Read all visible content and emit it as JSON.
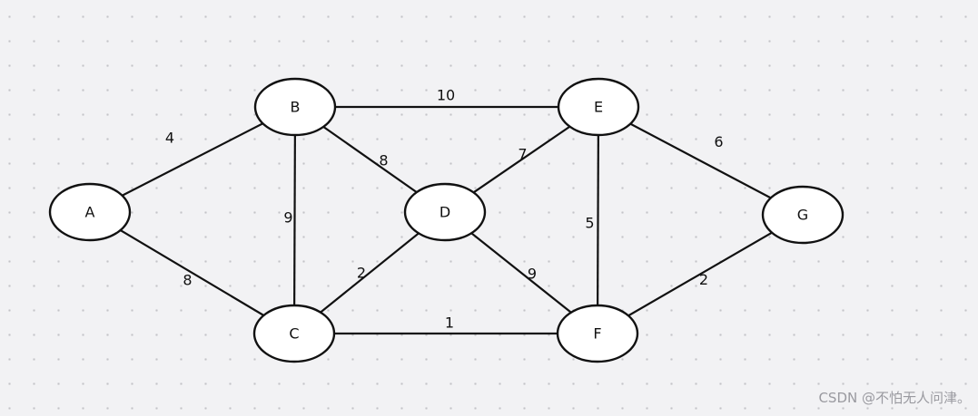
{
  "colors": {
    "default": "#111111",
    "highlight": "#e8463a",
    "node_fill": "#ffffff"
  },
  "graph": {
    "nodes": [
      {
        "id": "A",
        "label": "A",
        "highlighted": true
      },
      {
        "id": "B",
        "label": "B",
        "highlighted": true
      },
      {
        "id": "C",
        "label": "C",
        "highlighted": false
      },
      {
        "id": "D",
        "label": "D",
        "highlighted": false
      },
      {
        "id": "E",
        "label": "E",
        "highlighted": false
      },
      {
        "id": "F",
        "label": "F",
        "highlighted": false
      },
      {
        "id": "G",
        "label": "G",
        "highlighted": false
      }
    ],
    "edges": [
      {
        "from": "A",
        "to": "B",
        "weight": "4",
        "highlighted": true
      },
      {
        "from": "A",
        "to": "C",
        "weight": "8",
        "highlighted": false
      },
      {
        "from": "B",
        "to": "E",
        "weight": "10",
        "highlighted": false
      },
      {
        "from": "B",
        "to": "D",
        "weight": "8",
        "highlighted": false
      },
      {
        "from": "B",
        "to": "C",
        "weight": "9",
        "highlighted": false
      },
      {
        "from": "D",
        "to": "E",
        "weight": "7",
        "highlighted": false
      },
      {
        "from": "D",
        "to": "C",
        "weight": "2",
        "highlighted": false
      },
      {
        "from": "D",
        "to": "F",
        "weight": "9",
        "highlighted": false
      },
      {
        "from": "E",
        "to": "F",
        "weight": "5",
        "highlighted": false
      },
      {
        "from": "E",
        "to": "G",
        "weight": "6",
        "highlighted": false
      },
      {
        "from": "C",
        "to": "F",
        "weight": "1",
        "highlighted": false
      },
      {
        "from": "F",
        "to": "G",
        "weight": "2",
        "highlighted": false
      }
    ]
  },
  "watermark": "CSDN @不怕无人问津。"
}
